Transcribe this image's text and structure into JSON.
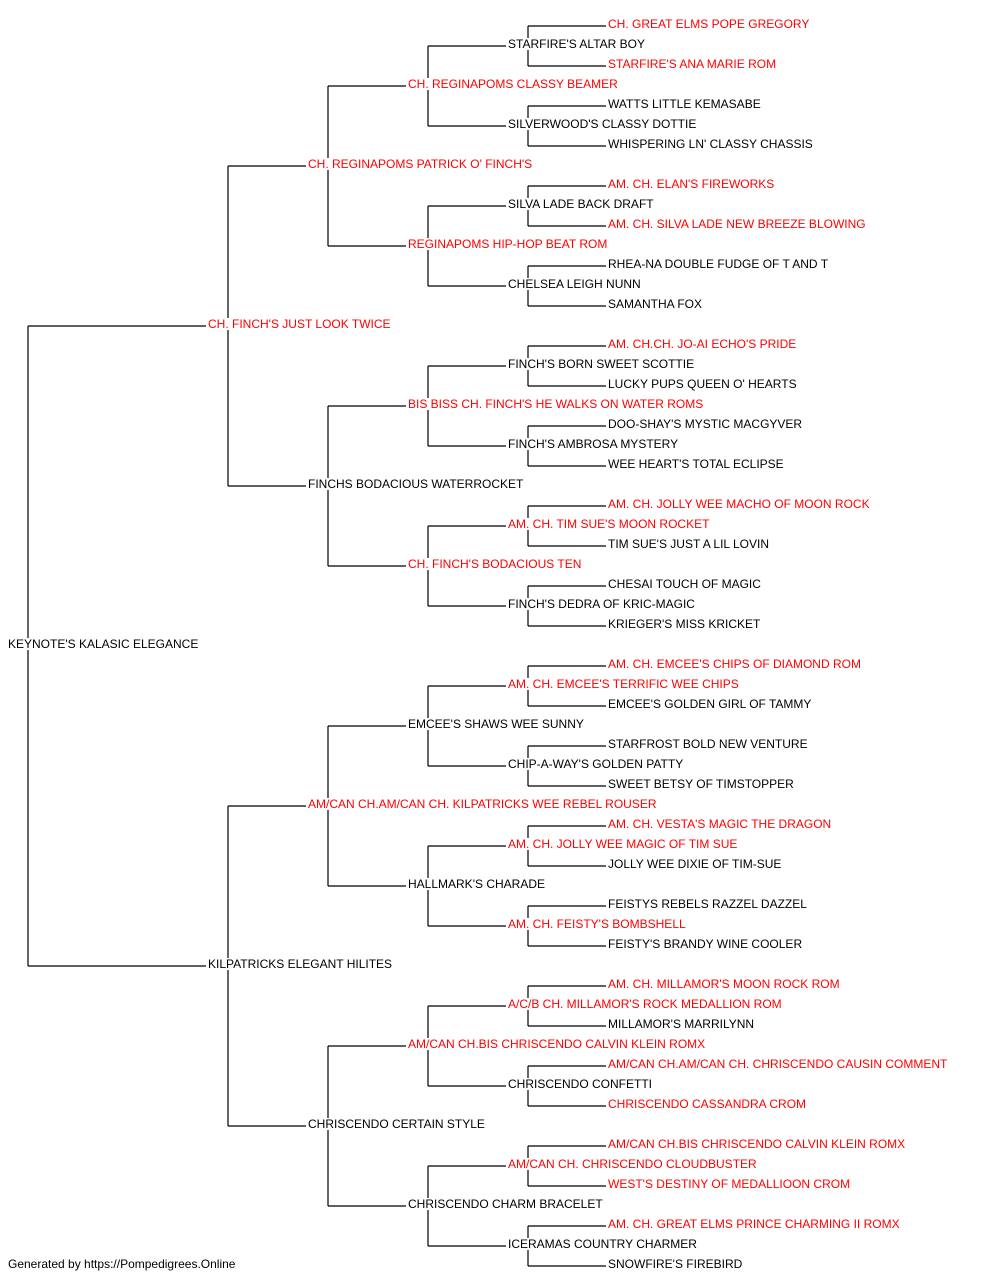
{
  "colors": {
    "champion": "#ff0000",
    "normal": "#000000",
    "line": "#000000"
  },
  "pedigree": {
    "name": "KEYNOTE'S KALASIC ELEGANCE",
    "ch": false,
    "sire": {
      "name": "CH. FINCH'S JUST LOOK TWICE",
      "ch": true,
      "sire": {
        "name": "CH. REGINAPOMS PATRICK O' FINCH'S",
        "ch": true,
        "sire": {
          "name": "CH. REGINAPOMS CLASSY BEAMER",
          "ch": true,
          "sire": {
            "name": "STARFIRE'S ALTAR BOY",
            "ch": false,
            "sire": {
              "name": "CH. GREAT ELMS POPE GREGORY",
              "ch": true
            },
            "dam": {
              "name": "STARFIRE'S ANA MARIE ROM",
              "ch": true
            }
          },
          "dam": {
            "name": "SILVERWOOD'S CLASSY DOTTIE",
            "ch": false,
            "sire": {
              "name": "WATTS LITTLE KEMASABE",
              "ch": false
            },
            "dam": {
              "name": "WHISPERING LN' CLASSY CHASSIS",
              "ch": false
            }
          }
        },
        "dam": {
          "name": "REGINAPOMS HIP-HOP BEAT ROM",
          "ch": true,
          "sire": {
            "name": "SILVA LADE BACK DRAFT",
            "ch": false,
            "sire": {
              "name": "AM. CH. ELAN'S FIREWORKS",
              "ch": true
            },
            "dam": {
              "name": "AM. CH. SILVA LADE NEW BREEZE BLOWING",
              "ch": true
            }
          },
          "dam": {
            "name": "CHELSEA LEIGH NUNN",
            "ch": false,
            "sire": {
              "name": "RHEA-NA DOUBLE FUDGE OF T AND T",
              "ch": false
            },
            "dam": {
              "name": "SAMANTHA FOX",
              "ch": false
            }
          }
        }
      },
      "dam": {
        "name": "FINCHS BODACIOUS WATERROCKET",
        "ch": false,
        "sire": {
          "name": "BIS BISS CH. FINCH'S HE WALKS ON WATER ROMS",
          "ch": true,
          "sire": {
            "name": "FINCH'S BORN SWEET SCOTTIE",
            "ch": false,
            "sire": {
              "name": "AM. CH.CH. JO-AI ECHO'S PRIDE",
              "ch": true
            },
            "dam": {
              "name": "LUCKY PUPS QUEEN O' HEARTS",
              "ch": false
            }
          },
          "dam": {
            "name": "FINCH'S AMBROSA MYSTERY",
            "ch": false,
            "sire": {
              "name": "DOO-SHAY'S MYSTIC MACGYVER",
              "ch": false
            },
            "dam": {
              "name": "WEE HEART'S TOTAL ECLIPSE",
              "ch": false
            }
          }
        },
        "dam": {
          "name": "CH. FINCH'S BODACIOUS TEN",
          "ch": true,
          "sire": {
            "name": "AM. CH. TIM SUE'S MOON ROCKET",
            "ch": true,
            "sire": {
              "name": "AM. CH. JOLLY WEE MACHO OF MOON ROCK",
              "ch": true
            },
            "dam": {
              "name": "TIM SUE'S JUST A LIL LOVIN",
              "ch": false
            }
          },
          "dam": {
            "name": "FINCH'S DEDRA OF KRIC-MAGIC",
            "ch": false,
            "sire": {
              "name": "CHESAI TOUCH OF MAGIC",
              "ch": false
            },
            "dam": {
              "name": "KRIEGER'S MISS KRICKET",
              "ch": false
            }
          }
        }
      }
    },
    "dam": {
      "name": "KILPATRICKS ELEGANT HILITES",
      "ch": false,
      "sire": {
        "name": "AM/CAN CH.AM/CAN CH. KILPATRICKS WEE REBEL ROUSER",
        "ch": true,
        "sire": {
          "name": "EMCEE'S SHAWS WEE SUNNY",
          "ch": false,
          "sire": {
            "name": "AM. CH. EMCEE'S TERRIFIC WEE CHIPS",
            "ch": true,
            "sire": {
              "name": "AM. CH. EMCEE'S CHIPS OF DIAMOND ROM",
              "ch": true
            },
            "dam": {
              "name": "EMCEE'S GOLDEN GIRL OF TAMMY",
              "ch": false
            }
          },
          "dam": {
            "name": "CHIP-A-WAY'S GOLDEN PATTY",
            "ch": false,
            "sire": {
              "name": "STARFROST BOLD NEW VENTURE",
              "ch": false
            },
            "dam": {
              "name": "SWEET BETSY OF TIMSTOPPER",
              "ch": false
            }
          }
        },
        "dam": {
          "name": "HALLMARK'S CHARADE",
          "ch": false,
          "sire": {
            "name": "AM. CH. JOLLY WEE MAGIC OF TIM SUE",
            "ch": true,
            "sire": {
              "name": "AM. CH. VESTA'S MAGIC THE DRAGON",
              "ch": true
            },
            "dam": {
              "name": "JOLLY WEE DIXIE OF TIM-SUE",
              "ch": false
            }
          },
          "dam": {
            "name": "AM. CH. FEISTY'S BOMBSHELL",
            "ch": true,
            "sire": {
              "name": "FEISTYS REBELS RAZZEL DAZZEL",
              "ch": false
            },
            "dam": {
              "name": "FEISTY'S BRANDY WINE COOLER",
              "ch": false
            }
          }
        }
      },
      "dam": {
        "name": "CHRISCENDO CERTAIN STYLE",
        "ch": false,
        "sire": {
          "name": "AM/CAN CH.BIS CHRISCENDO CALVIN KLEIN ROMX",
          "ch": true,
          "sire": {
            "name": "A/C/B CH. MILLAMOR'S ROCK MEDALLION ROM",
            "ch": true,
            "sire": {
              "name": "AM. CH. MILLAMOR'S MOON ROCK ROM",
              "ch": true
            },
            "dam": {
              "name": "MILLAMOR'S MARRILYNN",
              "ch": false
            }
          },
          "dam": {
            "name": "CHRISCENDO CONFETTI",
            "ch": false,
            "sire": {
              "name": "AM/CAN CH.AM/CAN CH. CHRISCENDO CAUSIN COMMENT",
              "ch": true
            },
            "dam": {
              "name": "CHRISCENDO CASSANDRA CROM",
              "ch": true
            }
          }
        },
        "dam": {
          "name": "CHRISCENDO CHARM BRACELET",
          "ch": false,
          "sire": {
            "name": "AM/CAN CH. CHRISCENDO CLOUDBUSTER",
            "ch": true,
            "sire": {
              "name": "AM/CAN CH.BIS CHRISCENDO CALVIN KLEIN ROMX",
              "ch": true
            },
            "dam": {
              "name": "WEST'S DESTINY OF MEDALLIOON CROM",
              "ch": true
            }
          },
          "dam": {
            "name": "ICERAMAS COUNTRY CHARMER",
            "ch": false,
            "sire": {
              "name": "AM. CH. GREAT ELMS PRINCE CHARMING II ROMX",
              "ch": true
            },
            "dam": {
              "name": "SNOWFIRE'S FIREBIRD",
              "ch": false
            }
          }
        }
      }
    }
  },
  "footer": {
    "text": "Generated by https://Pompedigrees.Online"
  }
}
